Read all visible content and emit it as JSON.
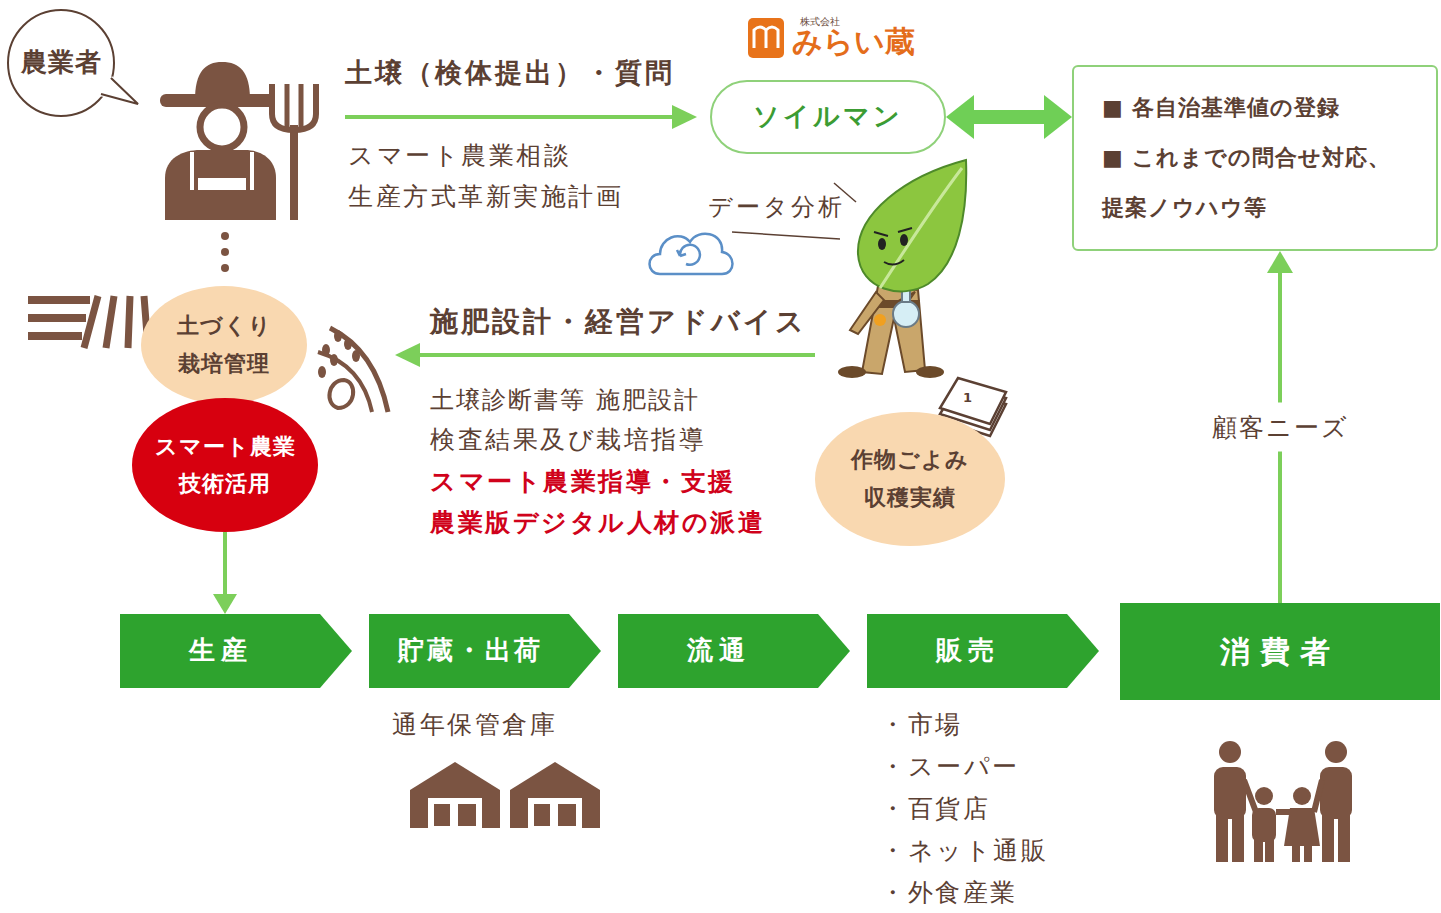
{
  "diagram": {
    "nodes": [
      {
        "text": [
          "農業者"
        ]
      },
      {
        "text": [
          "ソイルマン"
        ]
      },
      {
        "text": [
          "■ 各自治基準値の登録",
          "■ これまでの問合せ対応、 提案ノウハウ等"
        ]
      },
      {
        "text": [
          "土づくり 栽培管理"
        ]
      },
      {
        "text": [
          "スマート農業 技術活用"
        ]
      },
      {
        "text": [
          "作物ごよみ 収穫実績"
        ]
      },
      {
        "text": [
          "生産"
        ]
      },
      {
        "text": [
          "貯蔵・出荷"
        ]
      },
      {
        "text": [
          "流通"
        ]
      },
      {
        "text": [
          "販売"
        ]
      },
      {
        "text": [
          "消費者"
        ]
      }
    ],
    "edges": [
      {
        "from": 1,
        "to": 2,
        "arrow": "both"
      },
      {
        "from": 4,
        "to": 6,
        "arrow": "to"
      },
      {
        "from": 10,
        "to": 2,
        "label": "顧客ニーズ",
        "arrow": "to"
      }
    ],
    "labels": [
      "株式会社",
      "みらい蔵",
      "土壌（検体提出）・質問",
      "スマート農業相談",
      "生産方式革新実施計画",
      "データ分析",
      "施肥設計・経営アドバイス",
      "土壌診断書等 施肥設計",
      "検査結果及び栽培指導",
      "スマート農業指導・支援",
      "農業版デジタル人材の派遣",
      "通年保管倉庫",
      "・市場",
      "・スーパー",
      "・百貨店",
      "・ネット通販",
      "・外食産業",
      "1"
    ]
  }
}
